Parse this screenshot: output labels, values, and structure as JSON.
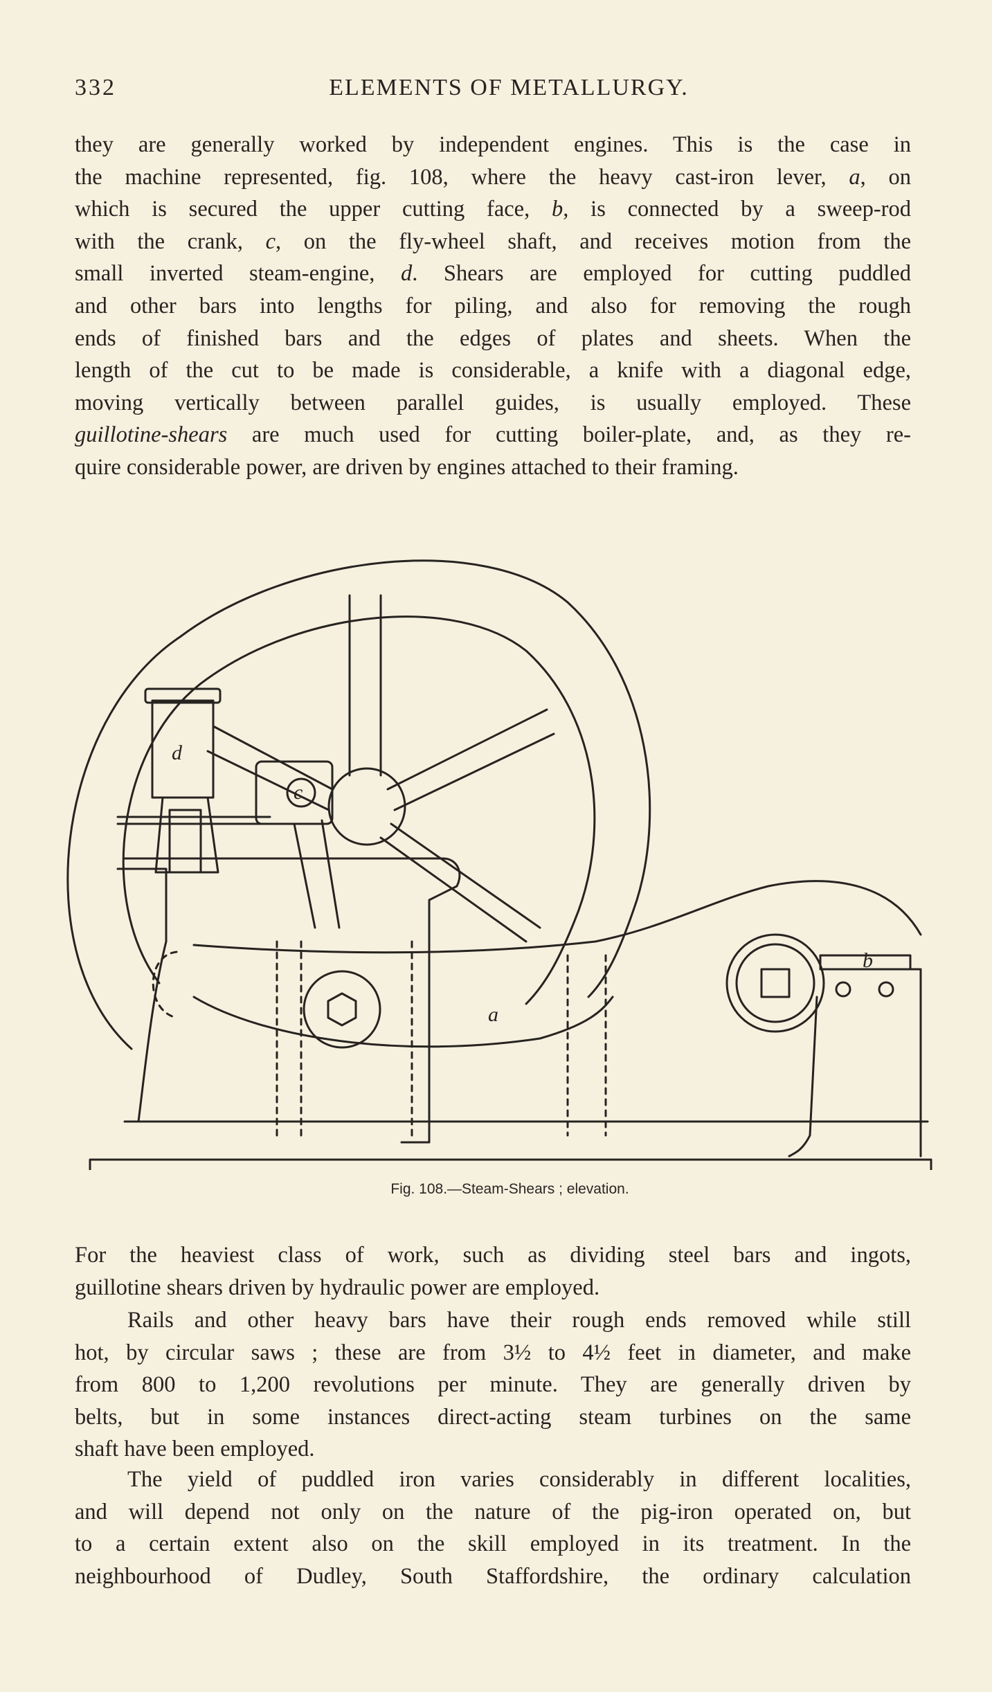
{
  "header": {
    "page_number": "332",
    "running_title": "ELEMENTS OF METALLURGY."
  },
  "paragraph1": {
    "lines": [
      "they are generally worked by independent engines.  This is the case in",
      "the machine represented, fig. 108, where the heavy cast-iron lever, a, on",
      "which is secured the upper cutting face, b, is connected by a sweep-rod",
      "with the crank, c, on the fly-wheel shaft, and receives motion from the",
      "small inverted steam-engine, d.  Shears are employed for cutting puddled",
      "and other bars into lengths for piling, and also for removing the rough",
      "ends of finished bars and the edges of plates and sheets.  When the",
      "length of the cut to be made is considerable, a knife with a diagonal edge,",
      "moving vertically between parallel guides, is usually employed.  These",
      "guillotine-shears are much used for cutting boiler-plate, and, as they re-",
      "quire considerable power, are driven by engines attached to their framing."
    ]
  },
  "figure": {
    "caption": "Fig. 108.—Steam-Shears ; elevation.",
    "labels": {
      "a": "a",
      "b": "b",
      "c": "c",
      "d": "d"
    }
  },
  "paragraph2": {
    "lines": [
      "For the heaviest class of work, such as dividing steel bars and ingots,",
      "guillotine shears driven by hydraulic power are employed."
    ]
  },
  "paragraph3": {
    "lines": [
      "Rails and other heavy bars have their rough ends removed while still",
      "hot, by circular saws ; these are from 3½ to 4½ feet in diameter, and make",
      "from 800 to 1,200 revolutions per minute.  They are generally driven by",
      "belts, but in some instances direct-acting steam turbines on the same",
      "shaft have been employed."
    ]
  },
  "paragraph4": {
    "lines": [
      "The yield of puddled iron varies considerably in different localities,",
      "and will depend not only on the nature of the pig-iron operated on, but",
      "to a certain extent also on the skill employed in its treatment.  In the",
      "neighbourhood of Dudley, South Staffordshire, the ordinary calculation"
    ]
  }
}
